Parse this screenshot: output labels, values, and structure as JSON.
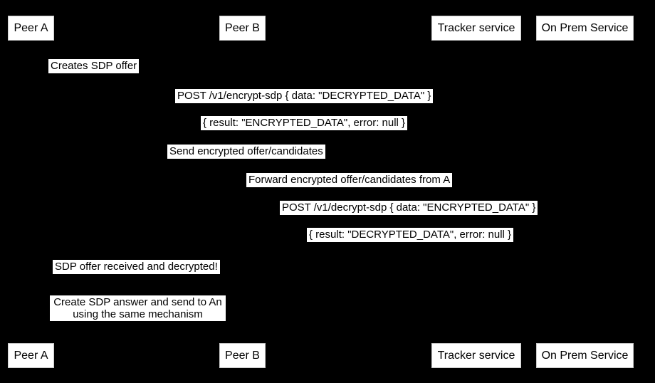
{
  "diagram": {
    "type": "sequence",
    "background_color": "#000000",
    "box_fill_color": "#ffffff",
    "box_text_color": "#000000",
    "actors": [
      {
        "id": "peer-a",
        "label": "Peer A"
      },
      {
        "id": "peer-b",
        "label": "Peer B"
      },
      {
        "id": "tracker-service",
        "label": "Tracker service"
      },
      {
        "id": "on-prem-service",
        "label": "On Prem Service"
      }
    ],
    "messages": [
      {
        "from": "Peer A",
        "to": "Peer A",
        "text": "Creates SDP offer"
      },
      {
        "from": "Peer A",
        "to": "On Prem Service",
        "text": "POST /v1/encrypt-sdp { data: \"DECRYPTED_DATA\" }"
      },
      {
        "from": "On Prem Service",
        "to": "Peer A",
        "text": "{ result: \"ENCRYPTED_DATA\", error: null }"
      },
      {
        "from": "Peer A",
        "to": "Tracker service",
        "text": "Send encrypted offer/candidates"
      },
      {
        "from": "Tracker service",
        "to": "Peer B",
        "text": "Forward encrypted offer/candidates from A"
      },
      {
        "from": "Peer B",
        "to": "On Prem Service",
        "text": "POST /v1/decrypt-sdp { data: \"ENCRYPTED_DATA\" }"
      },
      {
        "from": "On Prem Service",
        "to": "Peer B",
        "text": "{ result: \"DECRYPTED_DATA\", error: null }"
      },
      {
        "from": "Peer B",
        "to": "Peer A",
        "text": "SDP offer received and decrypted!"
      }
    ],
    "note": {
      "over": "Peer A",
      "line1": "Create SDP answer and send to An",
      "line2": "using the same mechanism"
    }
  }
}
